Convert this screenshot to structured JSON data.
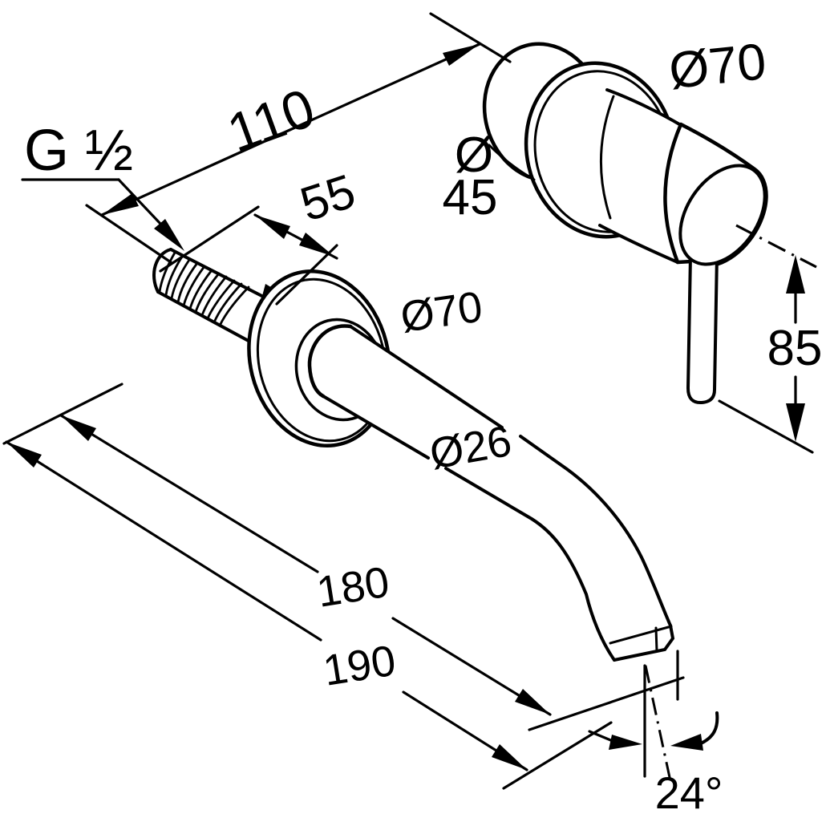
{
  "meta": {
    "type": "technical-dimension-drawing",
    "subject": "wall-mounted single-lever basin mixer tap, installation dimensions",
    "units": "mm",
    "ink_color": "#000000",
    "background_color": "#ffffff"
  },
  "labels": {
    "thread_size": "G ½",
    "concealed_length": "110",
    "thread_length": "55",
    "spout_rosette_diameter": "Ø70",
    "spout_diameter": "Ø26",
    "projection_to_aerator": "180",
    "total_projection": "190",
    "outlet_angle": "24°",
    "handle_rosette_diameter": "Ø70",
    "handle_body_diameter_symbol": "Ø",
    "handle_body_diameter_value": "45",
    "lever_drop": "85"
  }
}
